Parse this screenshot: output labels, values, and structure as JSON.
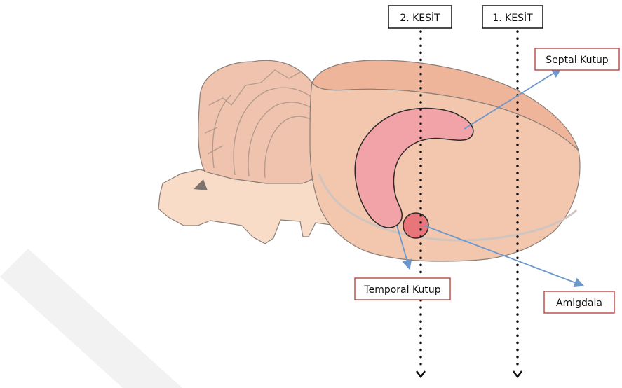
{
  "labels": {
    "kesit_2": "2. KESİT",
    "kesit_1": "1. KESİT",
    "septal": "Septal Kutup",
    "temporal": "Temporal Kutup",
    "amigdala": "Amigdala"
  },
  "colors": {
    "brain_fill": "#f3c7ad",
    "cortex_top": "#eeb59b",
    "cerebellum": "#efc3ad",
    "brainstem": "#f8dcc8",
    "hippocampus": "#f2a3a8",
    "amygdala": "#e8757a",
    "outline": "#8a7f79",
    "arrow": "#6d98cc",
    "callout_border": "#c0504d",
    "watermark": "#f2f2f2"
  }
}
